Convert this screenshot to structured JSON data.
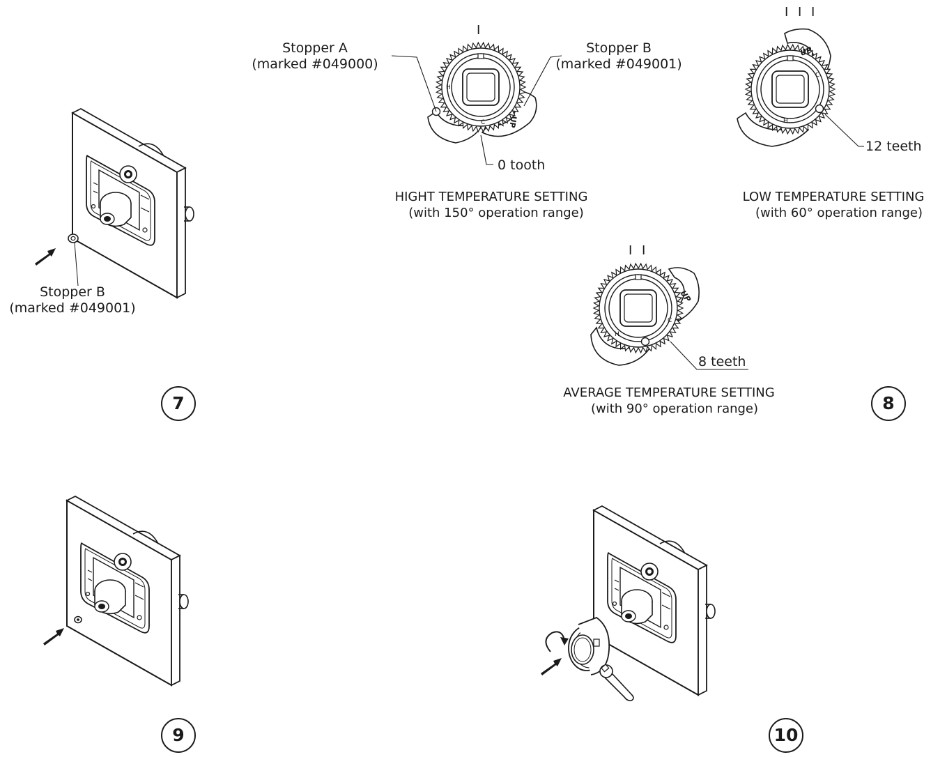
{
  "step7": {
    "number": "7",
    "stopper_label": "Stopper B",
    "stopper_mark": "(marked #049001)"
  },
  "step8": {
    "number": "8",
    "high": {
      "roman": "I",
      "stopper_a_label": "Stopper A",
      "stopper_a_mark": "(marked #049000)",
      "stopper_b_label": "Stopper B",
      "stopper_b_mark": "(marked #049001)",
      "teeth": "0 tooth",
      "title": "HIGHT TEMPERATURE SETTING",
      "range": "(with 150° operation range)"
    },
    "low": {
      "roman": "I I I",
      "teeth": "12 teeth",
      "title": "LOW TEMPERATURE SETTING",
      "range": "(with 60° operation range)"
    },
    "average": {
      "roman": "I I",
      "teeth": "8 teeth",
      "title": "AVERAGE TEMPERATURE SETTING",
      "range": "(with 90° operation range)"
    },
    "dial_marks": {
      "hot": "H",
      "cold": "C",
      "up": "UP"
    }
  },
  "step9": {
    "number": "9"
  },
  "step10": {
    "number": "10"
  },
  "colors": {
    "ink": "#1a1a1a",
    "background": "#ffffff"
  }
}
